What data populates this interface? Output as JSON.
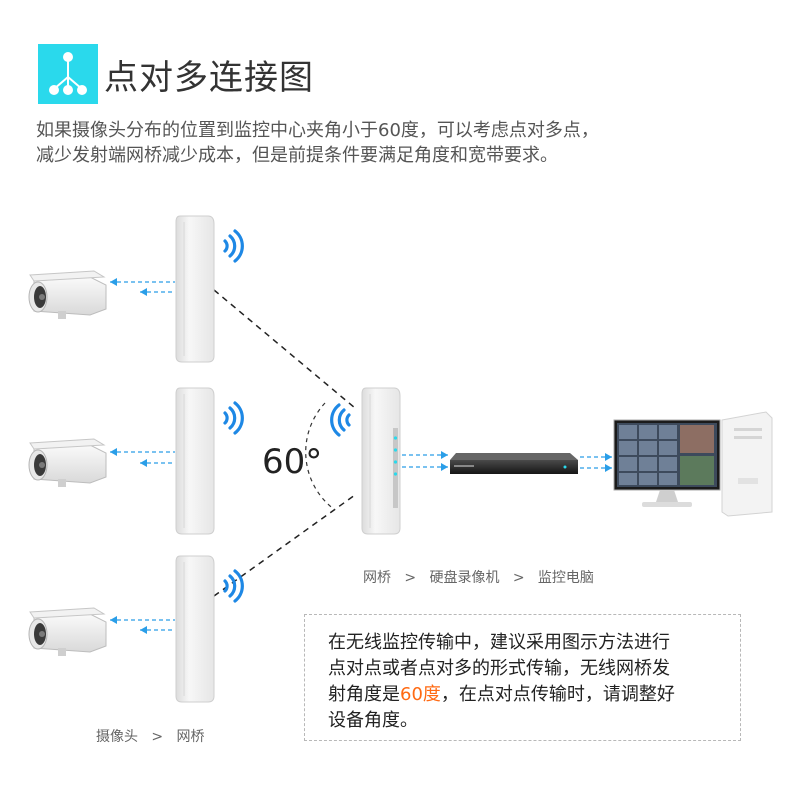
{
  "title": "点对多连接图",
  "intro_lines": [
    "如果摄像头分布的位置到监控中心夹角小于60度，可以考虑点对多点，",
    "减少发射端网桥减少成本，但是前提条件要满足角度和宽带要求。"
  ],
  "angle_label": "60°",
  "caption_right": {
    "item1": "网桥",
    "sep1": ">",
    "item2": "硬盘录像机",
    "sep2": ">",
    "item3": "监控电脑"
  },
  "caption_left": {
    "item1": "摄像头",
    "sep1": ">",
    "item2": "网桥"
  },
  "note": {
    "lines": [
      "在无线监控传输中，建议采用图示方法进行",
      "点对点或者点对多的形式传输，无线网桥发"
    ],
    "line3_prefix": "射角度是",
    "line3_highlight": "60度",
    "line3_suffix": "，在点对点传输时，请调整好",
    "line4": "设备角度。"
  },
  "colors": {
    "accent": "#2ad9ec",
    "highlight": "#ff6a13",
    "wifi": "#1e88e5",
    "arrow": "#2a9ee8"
  }
}
